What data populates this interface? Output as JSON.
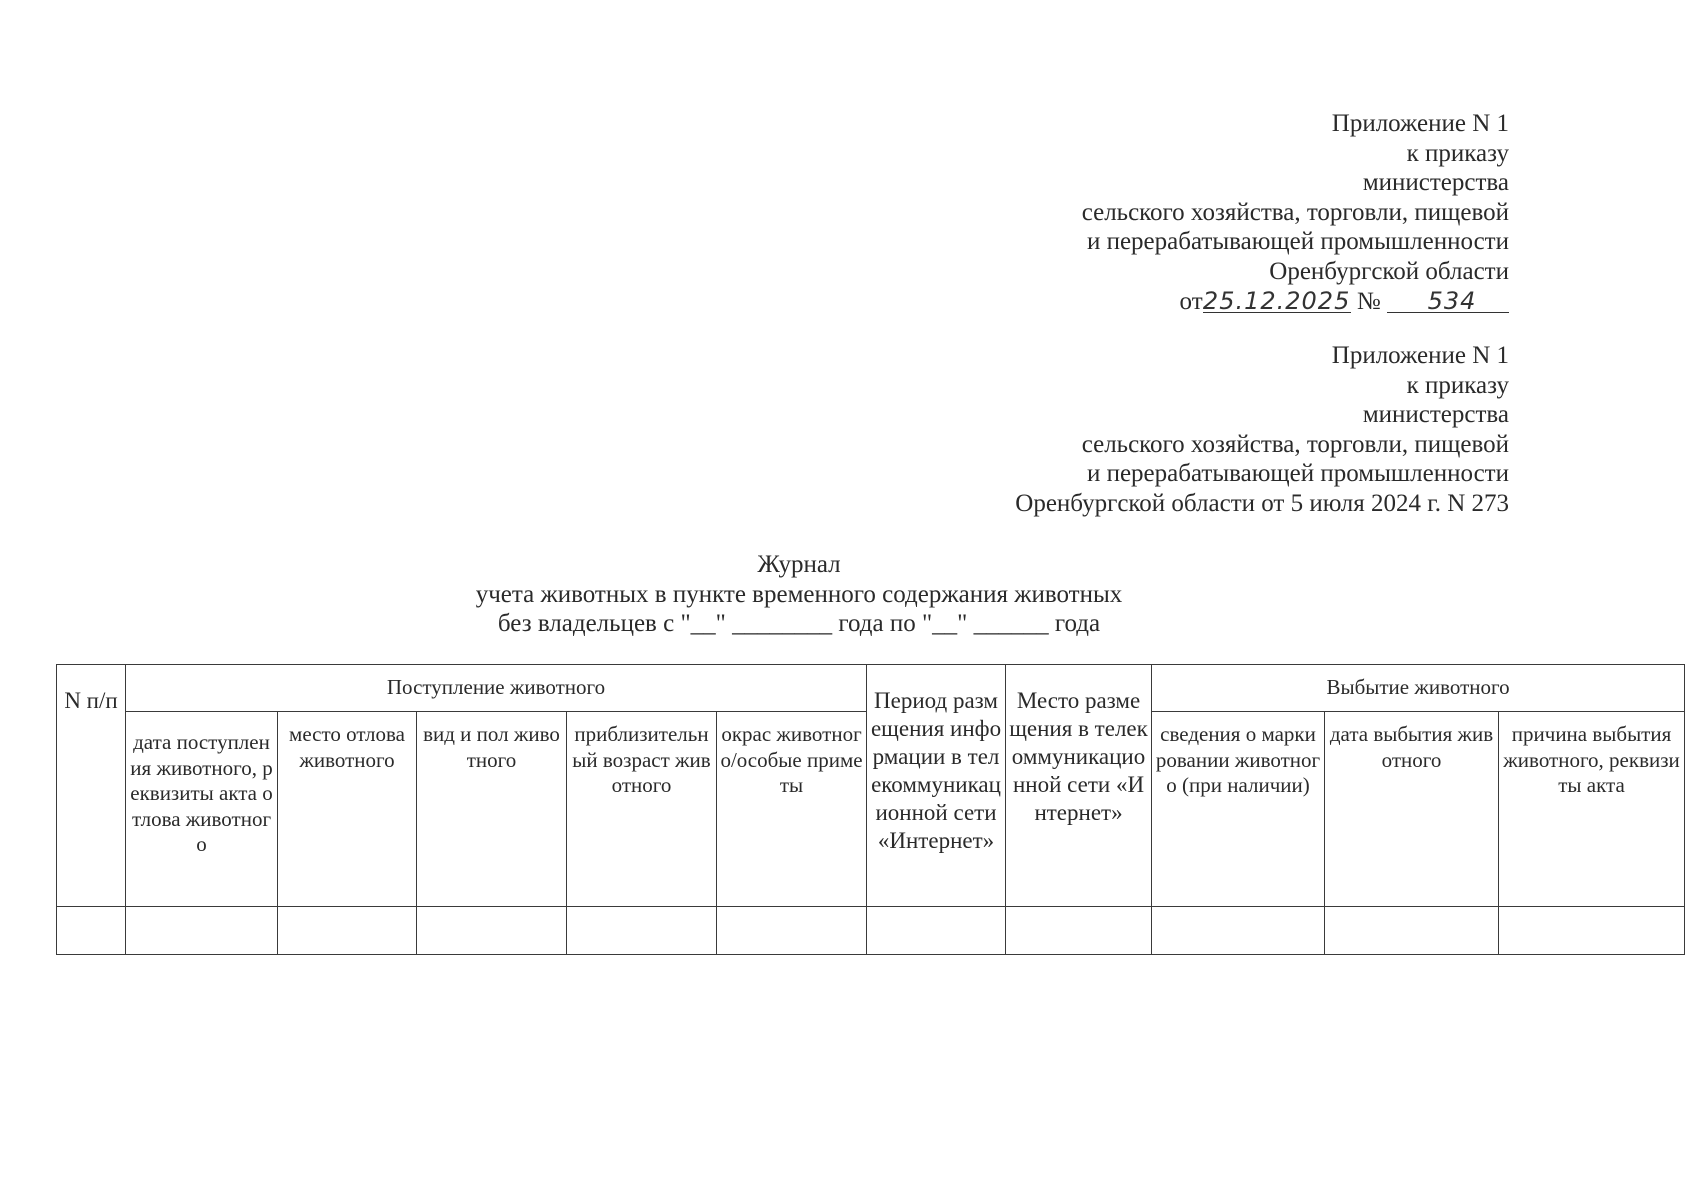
{
  "appendix_new": {
    "lines": [
      "Приложение N 1",
      "к приказу",
      "министерства",
      "сельского хозяйства, торговли, пищевой",
      "и перерабатывающей промышленности",
      "Оренбургской области"
    ],
    "from_label": "от",
    "date_handwritten": "25.12.2025",
    "number_label": "№",
    "number_handwritten": "534"
  },
  "appendix_old": {
    "lines": [
      "Приложение N 1",
      "к приказу",
      "министерства",
      "сельского хозяйства, торговли, пищевой",
      "и перерабатывающей промышленности",
      "Оренбургской области от 5 июля 2024 г. N 273"
    ]
  },
  "title": {
    "line1": "Журнал",
    "line2": "учета животных в пункте временного содержания животных",
    "line3": "без владельцев с \"__\" ________ года по \"__\" ______ года"
  },
  "table": {
    "col_number": "N п/п",
    "group_intake": "Поступление животного",
    "intake_columns": [
      "дата поступления животного, реквизиты акта отлова животного",
      "место отлова животного",
      "вид и пол животного",
      "приблизительный возраст животного",
      "окрас животного/особые приметы"
    ],
    "col_period": "Период размещения информации в телекоммуникационной сети «Интернет»",
    "col_place": "Место размещения в телекоммуникационной сети «Интернет»",
    "group_disposal": "Выбытие животного",
    "disposal_columns": [
      "сведения о маркировании животного (при наличии)",
      "дата выбытия животного",
      "причина выбытия животного, реквизиты акта"
    ]
  }
}
